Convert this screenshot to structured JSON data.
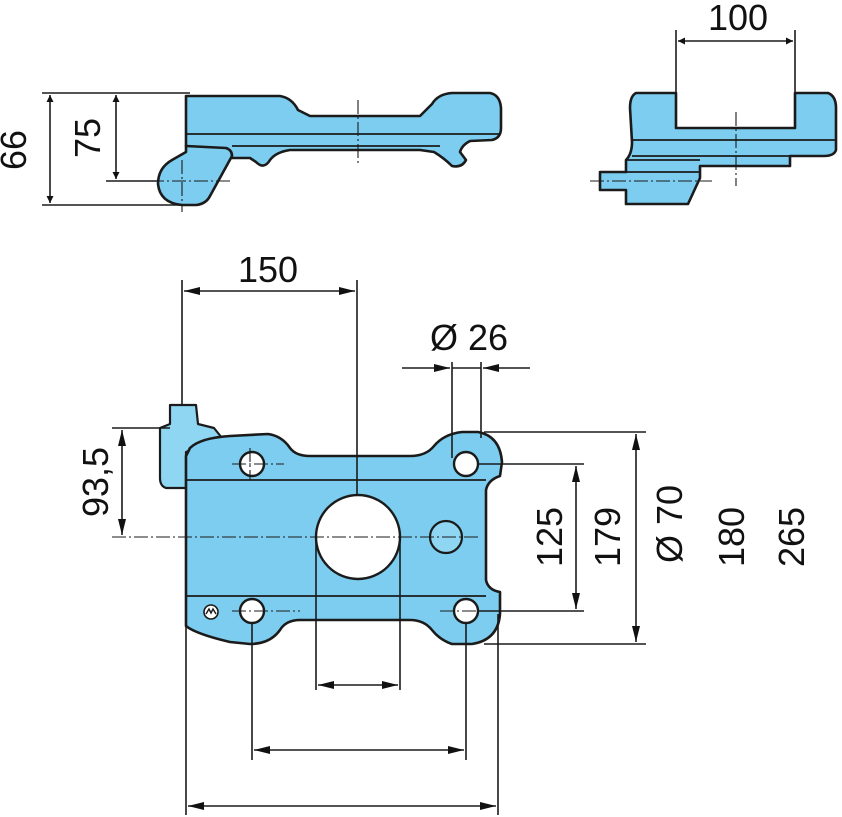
{
  "colors": {
    "part_fill": "#7ccdef",
    "line": "#1b1b1b",
    "background": "#ffffff"
  },
  "views": {
    "side_left": "side view",
    "side_right": "end view",
    "top": "plan view"
  },
  "dimensions": {
    "side_height_outer": "66",
    "side_height_inner": "75",
    "end_width": "100",
    "top_width": "150",
    "hole_diameter": "Ø 26",
    "left_offset": "93,5",
    "hole_pitch_inner": "125",
    "hole_pitch_outer": "179",
    "center_bore": "Ø 70",
    "hole_spacing_horizontal": "180",
    "overall_length": "265"
  },
  "icons": {
    "logo": "brand-mark-icon"
  }
}
